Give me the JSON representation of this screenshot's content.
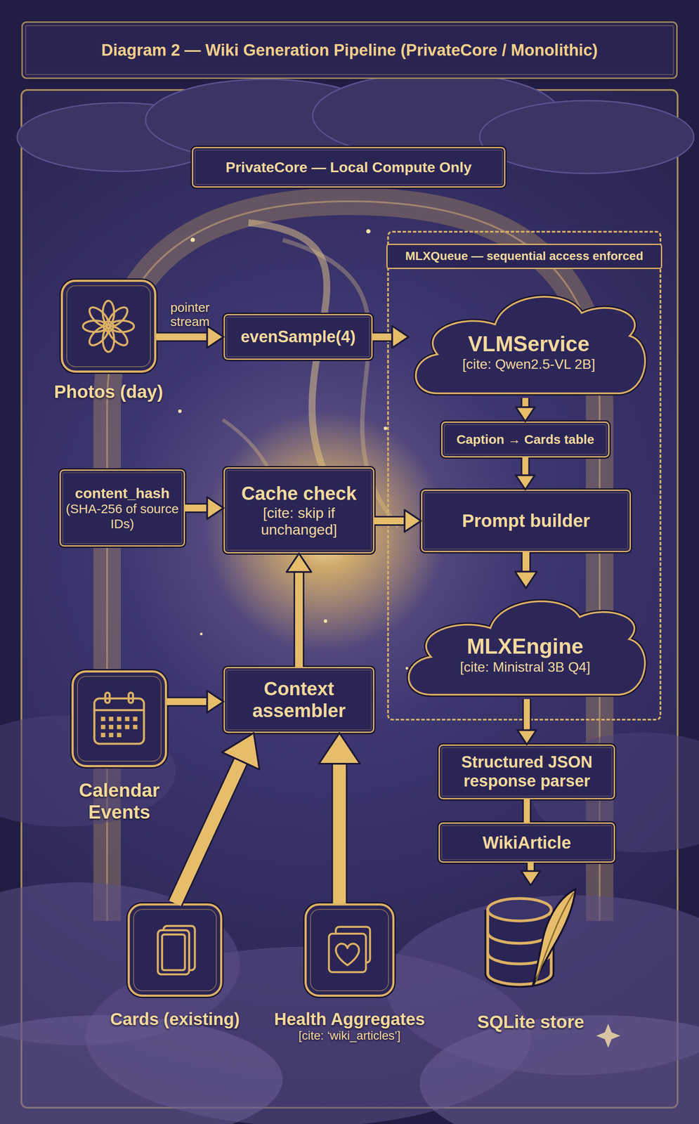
{
  "diagram": {
    "title": "Diagram 2 — Wiki Generation Pipeline (PrivateCore / Monolithic)",
    "nodes": [
      {
        "text": [
          "PrivateCore — Local Compute Only"
        ]
      },
      {
        "text": [
          "MLXQueue — sequential access enforced"
        ]
      },
      {
        "text": [
          "Photos (day)"
        ]
      },
      {
        "text": [
          "evenSample(4)"
        ]
      },
      {
        "text": [
          "VLMService",
          "[cite: Qwen2.5-VL 2B]"
        ],
        "in": 1
      },
      {
        "text": [
          "Caption → Cards table"
        ],
        "in": 1
      },
      {
        "text": [
          "content_hash",
          "(SHA-256 of source IDs)"
        ]
      },
      {
        "text": [
          "Cache check",
          "[cite: skip if unchanged]"
        ]
      },
      {
        "text": [
          "Prompt builder"
        ],
        "in": 1
      },
      {
        "text": [
          "Calendar Events"
        ]
      },
      {
        "text": [
          "Context assembler"
        ]
      },
      {
        "text": [
          "MLXEngine",
          "[cite: Ministral 3B Q4]"
        ],
        "in": 1
      },
      {
        "text": [
          "Structured JSON response parser"
        ]
      },
      {
        "text": [
          "WikiArticle"
        ]
      },
      {
        "text": [
          "Cards (existing)"
        ]
      },
      {
        "text": [
          "Health Aggregates",
          "[cite: ‘wiki_articles’]"
        ]
      },
      {
        "text": [
          "SQLite store"
        ]
      }
    ],
    "edges": [
      {
        "from": 2,
        "to": 3,
        "label": "pointer stream",
        "arrow": "to"
      },
      {
        "from": 3,
        "to": 4,
        "arrow": "to"
      },
      {
        "from": 4,
        "to": 5,
        "arrow": "to"
      },
      {
        "from": 5,
        "to": 8,
        "arrow": "to"
      },
      {
        "from": 6,
        "to": 7,
        "arrow": "to"
      },
      {
        "from": 7,
        "to": 8,
        "arrow": "to"
      },
      {
        "from": 9,
        "to": 10,
        "arrow": "to"
      },
      {
        "from": 10,
        "to": 7,
        "arrow": "to"
      },
      {
        "from": 14,
        "to": 10,
        "arrow": "to"
      },
      {
        "from": 15,
        "to": 10,
        "arrow": "to"
      },
      {
        "from": 8,
        "to": 11,
        "arrow": "to"
      },
      {
        "from": 11,
        "to": 12,
        "arrow": "to"
      },
      {
        "from": 12,
        "to": 13,
        "arrow": "none"
      },
      {
        "from": 13,
        "to": 16,
        "arrow": "to"
      }
    ]
  }
}
